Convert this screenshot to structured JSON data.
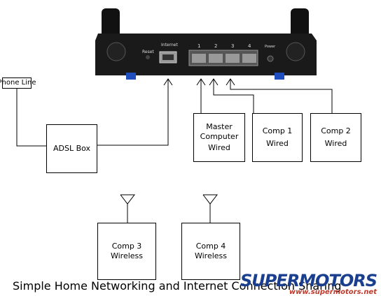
{
  "router": {
    "reset_label": "Reset",
    "internet_label": "Internet",
    "port_numbers": [
      "1",
      "2",
      "3",
      "4"
    ],
    "power_label": "Power"
  },
  "nodes": {
    "phone_line": "Phone Line",
    "adsl_box": "ADSL Box",
    "master_computer": {
      "line1": "Master",
      "line2": "Computer",
      "line3": "Wired"
    },
    "comp1": {
      "line1": "Comp 1",
      "line2": "Wired"
    },
    "comp2": {
      "line1": "Comp 2",
      "line2": "Wired"
    },
    "comp3": {
      "line1": "Comp 3",
      "line2": "Wireless"
    },
    "comp4": {
      "line1": "Comp 4",
      "line2": "Wireless"
    }
  },
  "caption": "Simple Home Networking and Internet Connection Sharing",
  "watermark": {
    "brand": "SUPERMOTORS",
    "url": "www.supermotors.net"
  },
  "colors": {
    "router_body": "#1a1a1a",
    "router_feet": "#1f4fbf",
    "watermark_blue": "#1b3f8f",
    "watermark_red": "#c0392b"
  }
}
